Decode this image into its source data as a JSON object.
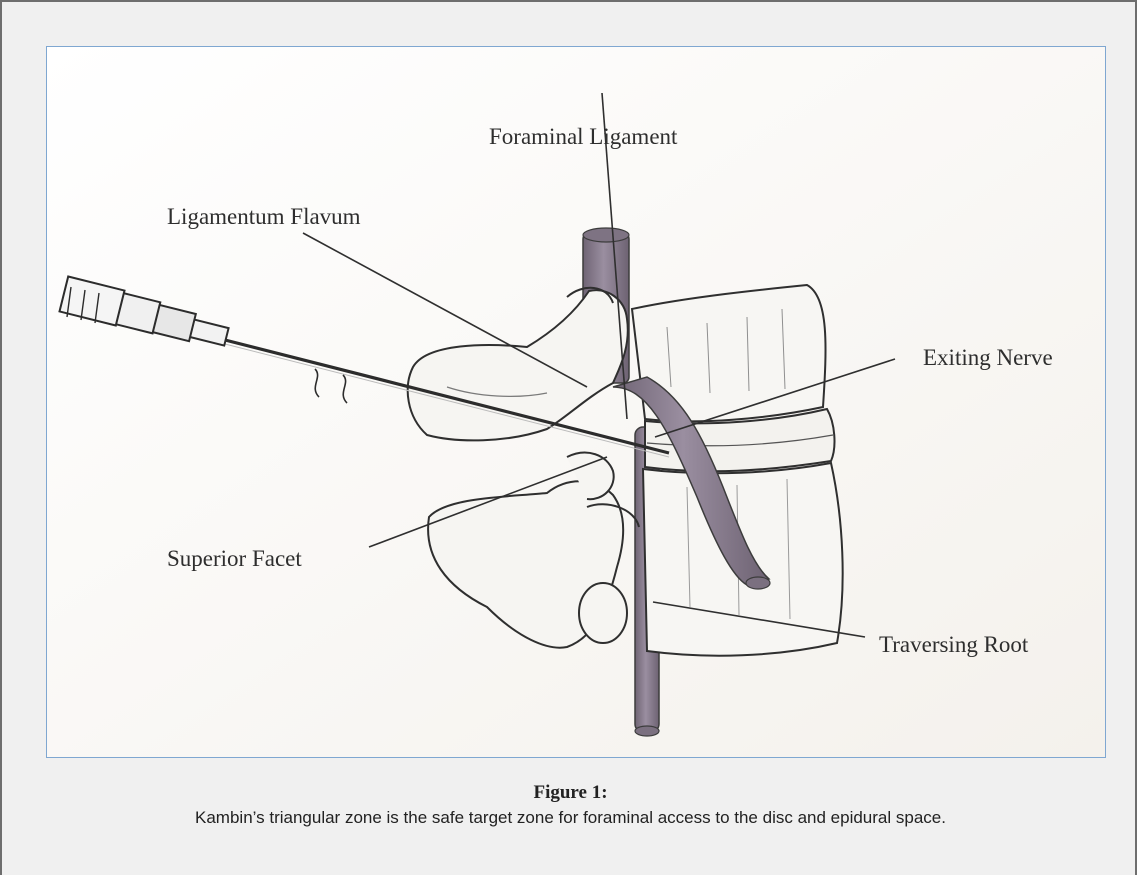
{
  "figure": {
    "labels": {
      "foraminal_ligament": "Foraminal Ligament",
      "ligamentum_flavum": "Ligamentum Flavum",
      "exiting_nerve": "Exiting Nerve",
      "superior_facet": "Superior Facet",
      "traversing_root": "Traversing Root"
    },
    "caption_title": "Figure 1:",
    "caption_text": "Kambin’s triangular zone is the safe target zone for foraminal access to the disc and epidural space."
  },
  "colors": {
    "frame_border": "#7fa7d1",
    "nerve_fill": "#8c8090",
    "bone_fill": "#f6f5f2",
    "page_background": "#f0f0f0"
  }
}
